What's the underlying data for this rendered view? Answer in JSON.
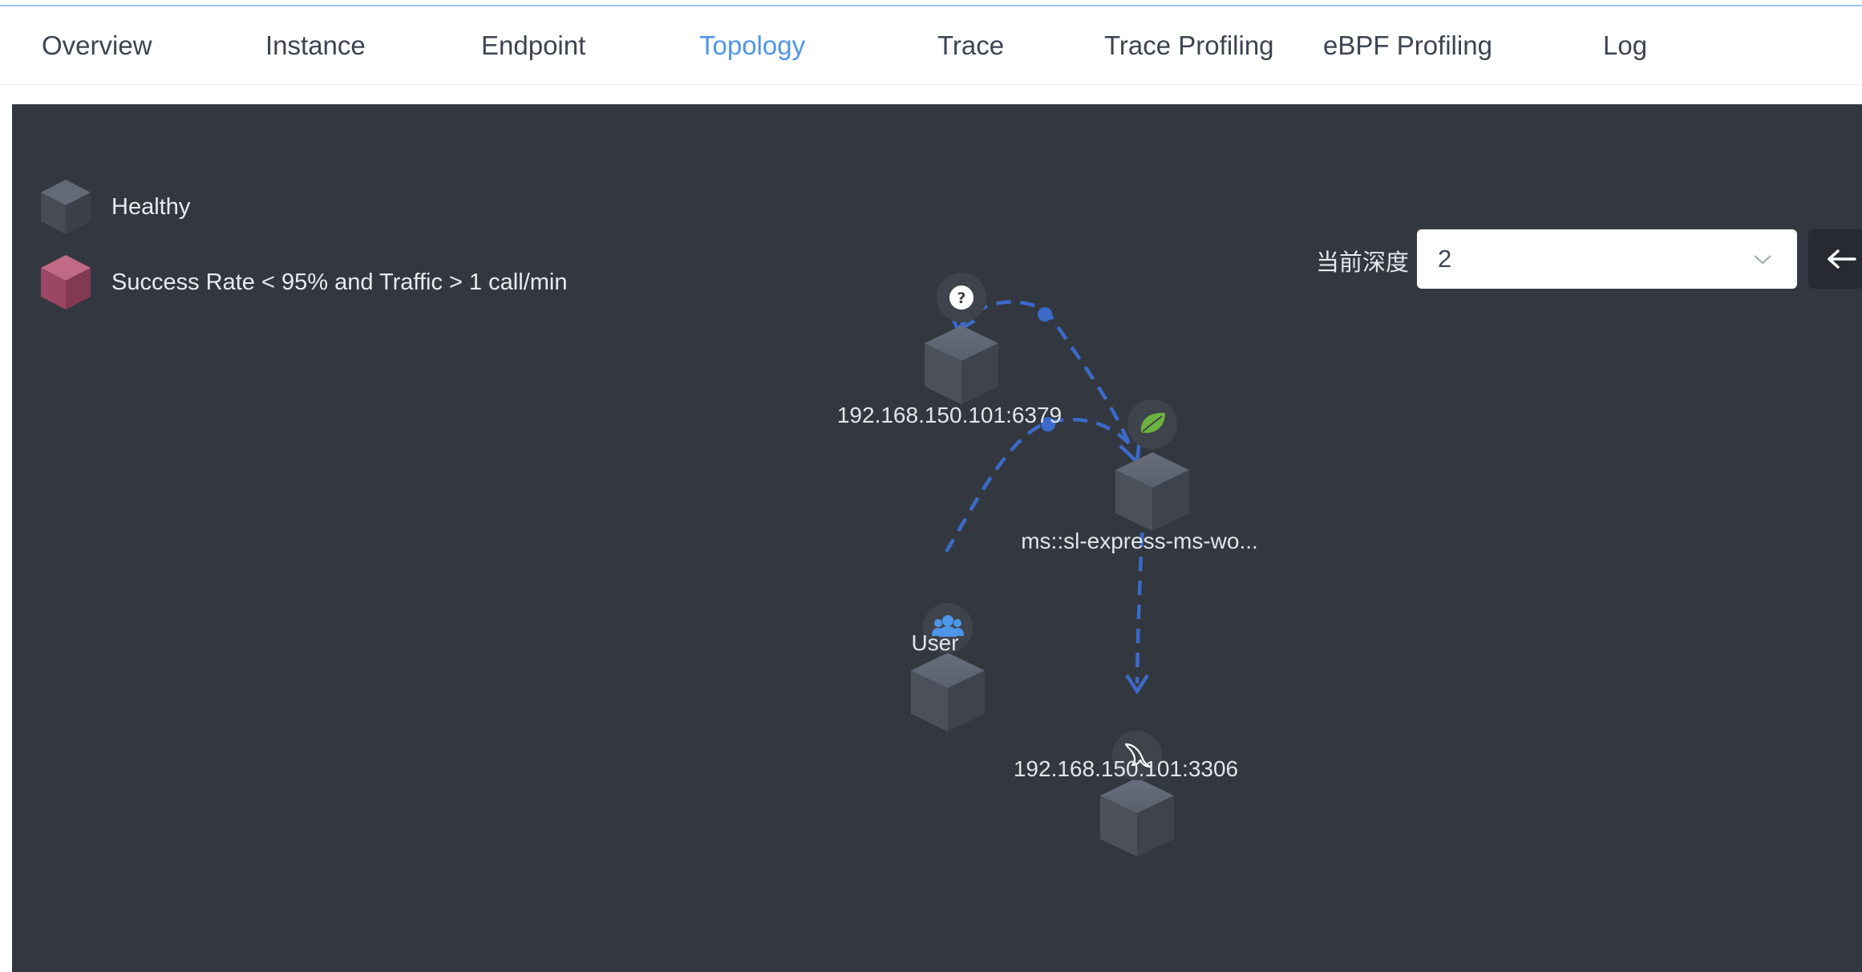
{
  "tabs": [
    {
      "label": "Overview",
      "active": false
    },
    {
      "label": "Instance",
      "active": false
    },
    {
      "label": "Endpoint",
      "active": false
    },
    {
      "label": "Topology",
      "active": true
    },
    {
      "label": "Trace",
      "active": false
    },
    {
      "label": "Trace Profiling",
      "active": false
    },
    {
      "label": "eBPF Profiling",
      "active": false
    },
    {
      "label": "Log",
      "active": false
    }
  ],
  "legend": {
    "healthy_label": "Healthy",
    "unhealthy_label": "Success Rate < 95% and Traffic > 1 call/min"
  },
  "depth": {
    "label": "当前深度",
    "value": "2"
  },
  "topology": {
    "nodes": [
      {
        "id": "redis",
        "label": "192.168.150.101:6379",
        "icon": "question-icon"
      },
      {
        "id": "service",
        "label": "ms::sl-express-ms-wo...",
        "icon": "spring-leaf-icon"
      },
      {
        "id": "user",
        "label": "User",
        "icon": "users-icon"
      },
      {
        "id": "mysql",
        "label": "192.168.150.101:3306",
        "icon": "mysql-dolphin-icon"
      }
    ],
    "edges": [
      {
        "from": "service",
        "to": "redis"
      },
      {
        "from": "user",
        "to": "service"
      },
      {
        "from": "service",
        "to": "mysql"
      }
    ]
  },
  "colors": {
    "accent": "#4e96e8",
    "canvas": "#333840",
    "healthy_cube": "#4b4f5a",
    "unhealthy_cube": "#a04d6a",
    "edge": "#3c6ac9",
    "spring": "#6db33f"
  }
}
